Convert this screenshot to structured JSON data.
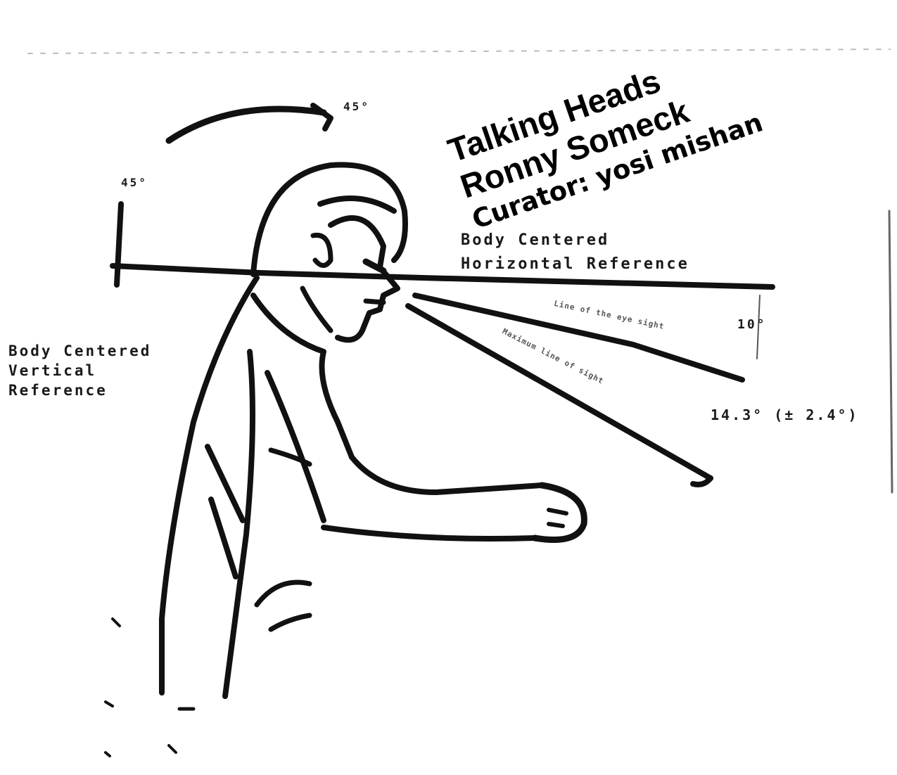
{
  "title_block": {
    "line1": "Talking Heads",
    "line2": "Ronny Someck",
    "line3": "Curator: yosi mishan"
  },
  "diagram": {
    "horizontal_reference": "Body Centered\nHorizontal Reference",
    "vertical_reference": "Body Centered\nVertical\nReference",
    "angle_top_left": "45°",
    "angle_top": "45°",
    "angle_right_small": "10°",
    "angle_bottom_right": "14.3° (± 2.4°)",
    "line_label_1": "Line of the eye sight",
    "line_label_2": "Maximum line of sight"
  }
}
